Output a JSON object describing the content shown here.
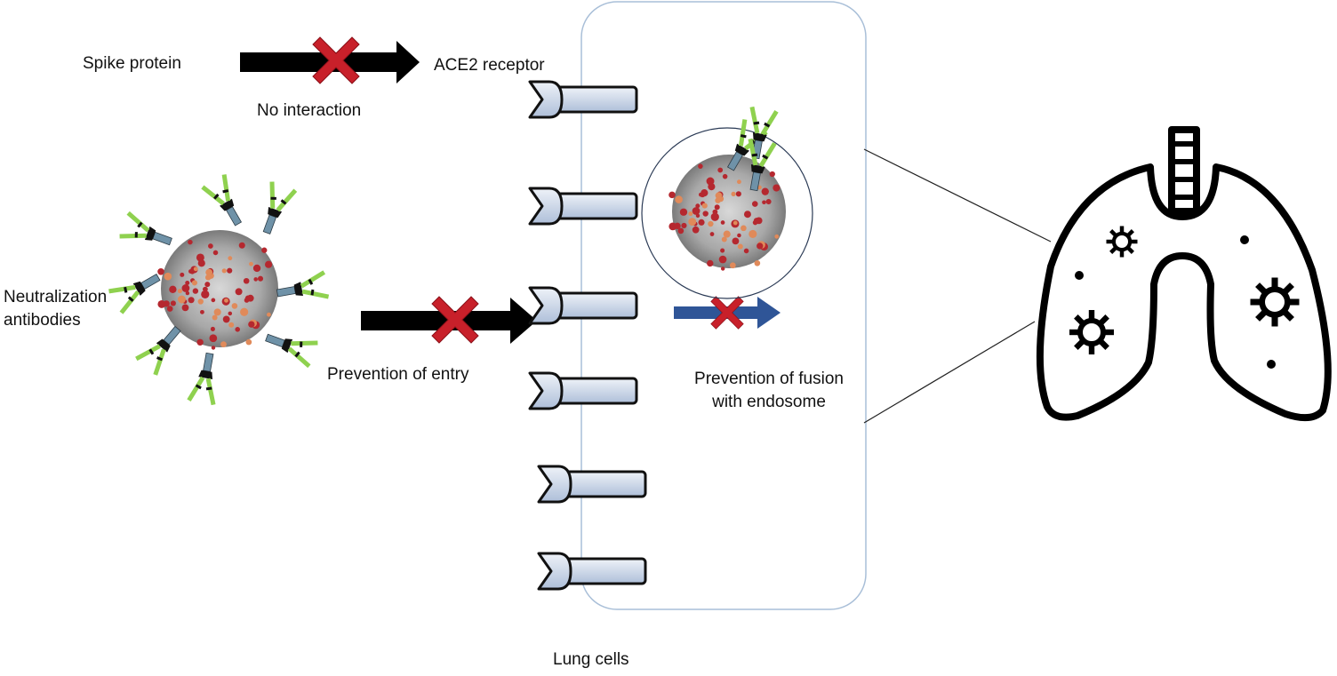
{
  "labels": {
    "spike_protein": "Spike protein",
    "ace2_receptor": "ACE2 receptor",
    "no_interaction": "No interaction",
    "neutralization_line1": "Neutralization",
    "neutralization_line2": "antibodies",
    "prevention_entry": "Prevention of entry",
    "prevention_fusion_line1": "Prevention of fusion",
    "prevention_fusion_line2": "with endosome",
    "lung_cells": "Lung cells"
  },
  "colors": {
    "arrow_black": "#000000",
    "cross_red": "#c8202a",
    "arrow_blue": "#2f5597",
    "antibody_green": "#8fd14f",
    "antibody_blue": "#6f92a8",
    "virus_red": "#b5282f",
    "virus_grey": "#9a9a9a",
    "receptor_fill": "#cdd8ea",
    "cell_border": "#a9bfd8"
  }
}
